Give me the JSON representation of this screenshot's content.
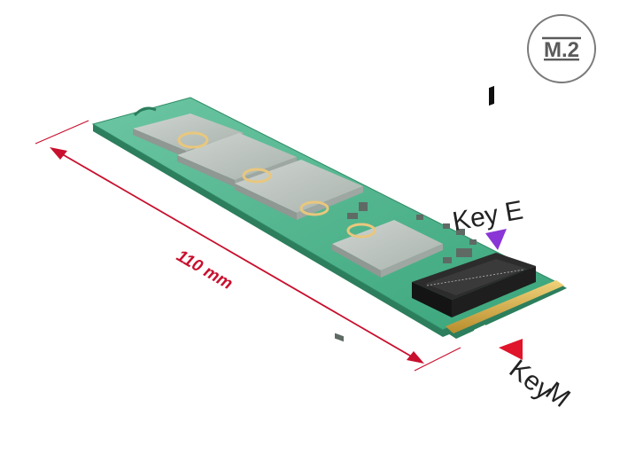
{
  "badge": {
    "label": "M.2"
  },
  "dimension": {
    "label": "110 mm"
  },
  "keys": {
    "e_label": "Key E",
    "m_label_line1": "Key",
    "m_label_line2": "M"
  },
  "colors": {
    "pcb": "#3fae83",
    "pcb_dark": "#2c7e5d",
    "chip": "#b7bfba",
    "accent_red": "#c8102e",
    "key_e_marker": "#8a35d6",
    "gold": "#d6b25a"
  }
}
